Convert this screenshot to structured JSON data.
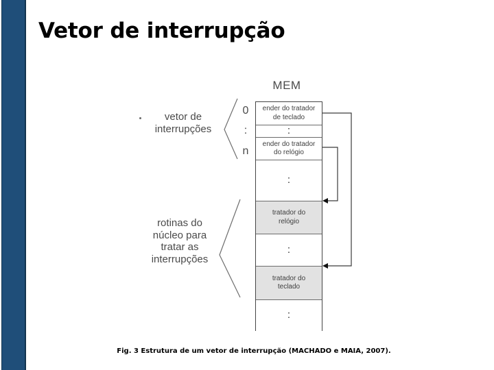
{
  "slide": {
    "title": "Vetor de interrupção",
    "accent_color": "#1F4E79",
    "background_color": "#ffffff"
  },
  "figure": {
    "mem_label": "MEM",
    "left_labels": {
      "vector": "vetor de\ninterrupções",
      "routines": "rotinas do\nnúcleo para\ntratar as\ninterrupções"
    },
    "index_labels": {
      "first": "0",
      "middle": ":",
      "last": "n"
    },
    "memory_rows": [
      {
        "text": "ender do tratador\nde teclado",
        "shaded": false,
        "kind": "address"
      },
      {
        "text": ":",
        "shaded": false,
        "kind": "dots"
      },
      {
        "text": "ender do tratador\ndo relógio",
        "shaded": false,
        "kind": "address"
      },
      {
        "text": ":",
        "shaded": false,
        "kind": "dots"
      },
      {
        "text": "tratador do\nrelógio",
        "shaded": true,
        "kind": "handler"
      },
      {
        "text": ":",
        "shaded": false,
        "kind": "dots"
      },
      {
        "text": "tratador do\nteclado",
        "shaded": true,
        "kind": "handler"
      },
      {
        "text": ":",
        "shaded": false,
        "kind": "dots"
      }
    ],
    "pointers": [
      {
        "from_row": 0,
        "to_row": 6,
        "label": "keyboard-handler-pointer"
      },
      {
        "from_row": 2,
        "to_row": 4,
        "label": "clock-handler-pointer"
      }
    ],
    "line_color": "#4a4a4a",
    "shaded_row_color": "#e2e2e2"
  },
  "caption": "Fig. 3 Estrutura de um vetor de interrupção (MACHADO e MAIA, 2007)."
}
